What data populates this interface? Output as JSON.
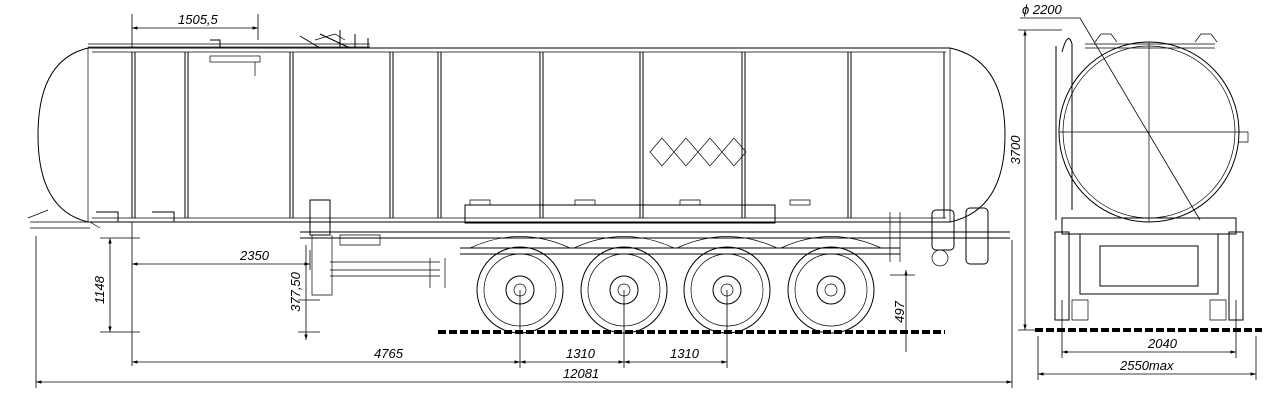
{
  "dimensions": {
    "hatch_offset": "1505,5",
    "height_hitch": "1148",
    "kingpin_offset": "2350",
    "kingpin_height": "377,50",
    "total_length": "12081",
    "to_axles": "4765",
    "axle_spacing_1": "1310",
    "axle_spacing_2": "1310",
    "ground_clearance": "497",
    "tank_diameter": "ϕ 2200",
    "total_height": "3700",
    "track_width": "2040",
    "overall_width": "2550max"
  }
}
